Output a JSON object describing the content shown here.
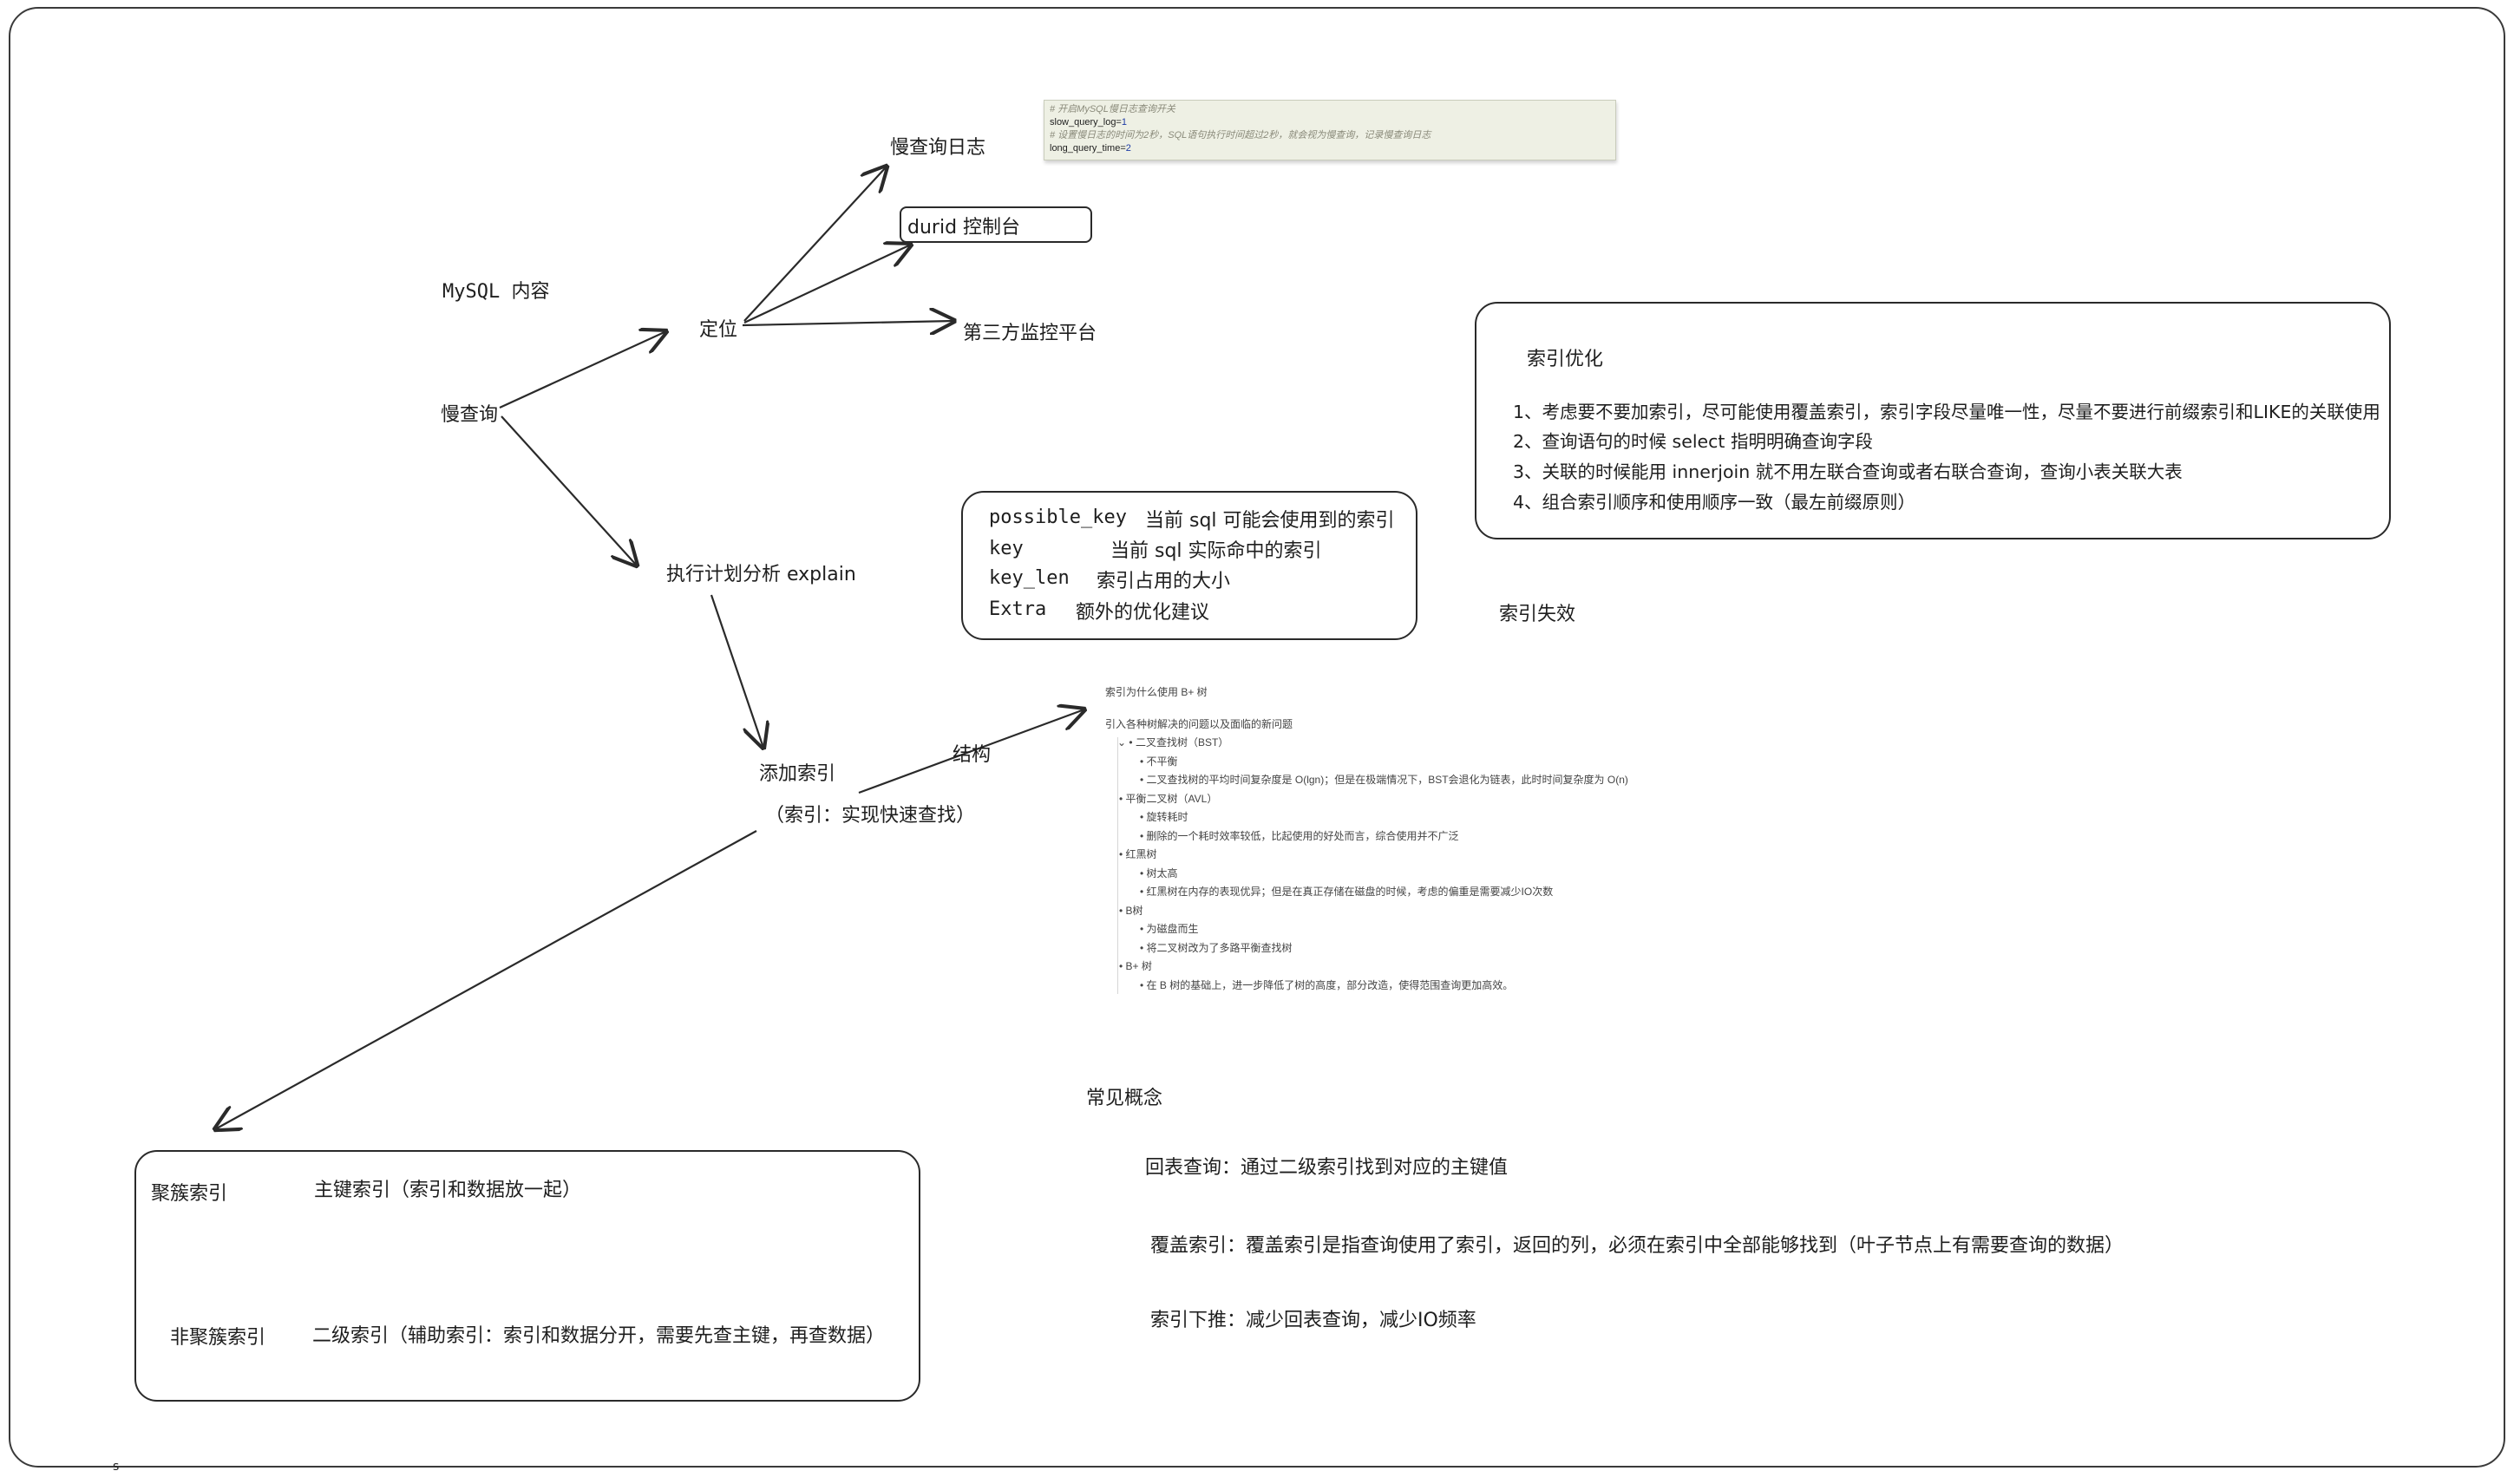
{
  "nodes": {
    "mysql_content": "MySQL 内容",
    "slow_query": "慢查询",
    "locate": "定位",
    "slow_log": "慢查询日志",
    "druid": "durid 控制台",
    "third_party": "第三方监控平台",
    "explain": "执行计划分析    explain",
    "add_index": "添加索引",
    "add_index_sub": "（索引：实现快速查找）",
    "structure": "结构",
    "index_fail": "索引失效",
    "common_concepts": "常见概念",
    "footer_mark": "s"
  },
  "code_snippet": {
    "line1": "# 开启MySQL慢日志查询开关",
    "line2_key": "slow_query_log=",
    "line2_val": "1",
    "line3": "# 设置慢日志的时间为2秒，SQL语句执行时间超过2秒，就会视为慢查询，记录慢查询日志",
    "line4_key": "long_query_time=",
    "line4_val": "2"
  },
  "explain_box": {
    "rows": [
      {
        "key": "possible_key",
        "desc": "当前 sql 可能会使用到的索引"
      },
      {
        "key": "key",
        "desc": "当前 sql 实际命中的索引"
      },
      {
        "key": "key_len",
        "desc": "索引占用的大小"
      },
      {
        "key": "Extra",
        "desc": "额外的优化建议"
      }
    ]
  },
  "optimization": {
    "title": "索引优化",
    "items": [
      "1、考虑要不要加索引，尽可能使用覆盖索引，索引字段尽量唯一性，尽量不要进行前缀索引和LIKE的关联使用",
      "2、查询语句的时候 select 指明明确查询字段",
      "3、关联的时候能用 innerjoin 就不用左联合查询或者右联合查询，查询小表关联大表",
      "4、组合索引顺序和使用顺序一致（最左前缀原则）"
    ]
  },
  "bplus": {
    "title": "索引为什么使用 B+ 树",
    "intro": "引入各种树解决的问题以及面临的新问题",
    "rows": [
      {
        "level": 1,
        "text": "二叉查找树（BST）"
      },
      {
        "level": 2,
        "text": "不平衡"
      },
      {
        "level": 2,
        "text": "二叉查找树的平均时间复杂度是 O(lgn)；但是在极端情况下，BST会退化为链表，此时时间复杂度为 O(n)"
      },
      {
        "level": 1,
        "text": "平衡二叉树（AVL）"
      },
      {
        "level": 2,
        "text": "旋转耗时"
      },
      {
        "level": 2,
        "text": "删除的一个耗时效率较低，比起使用的好处而言，综合使用并不广泛"
      },
      {
        "level": 1,
        "text": "红黑树"
      },
      {
        "level": 2,
        "text": "树太高"
      },
      {
        "level": 2,
        "text": "红黑树在内存的表现优异；但是在真正存储在磁盘的时候，考虑的偏重是需要减少IO次数"
      },
      {
        "level": 1,
        "text": "B树"
      },
      {
        "level": 2,
        "text": "为磁盘而生"
      },
      {
        "level": 2,
        "text": "将二叉树改为了多路平衡查找树"
      },
      {
        "level": 1,
        "text": "B+ 树"
      },
      {
        "level": 2,
        "text": "在 B 树的基础上，进一步降低了树的高度，部分改造，使得范围查询更加高效。"
      }
    ]
  },
  "clustered_box": {
    "clustered": "聚簇索引",
    "clustered_desc": "主键索引（索引和数据放一起）",
    "nonclustered": "非聚簇索引",
    "nonclustered_desc": "二级索引（辅助索引：索引和数据分开，需要先查主键，再查数据）"
  },
  "concepts": {
    "back_table": "回表查询：通过二级索引找到对应的主键值",
    "covering": "覆盖索引：覆盖索引是指查询使用了索引，返回的列，必须在索引中全部能够找到（叶子节点上有需要查询的数据）",
    "pushdown": "索引下推：减少回表查询，减少IO频率"
  }
}
